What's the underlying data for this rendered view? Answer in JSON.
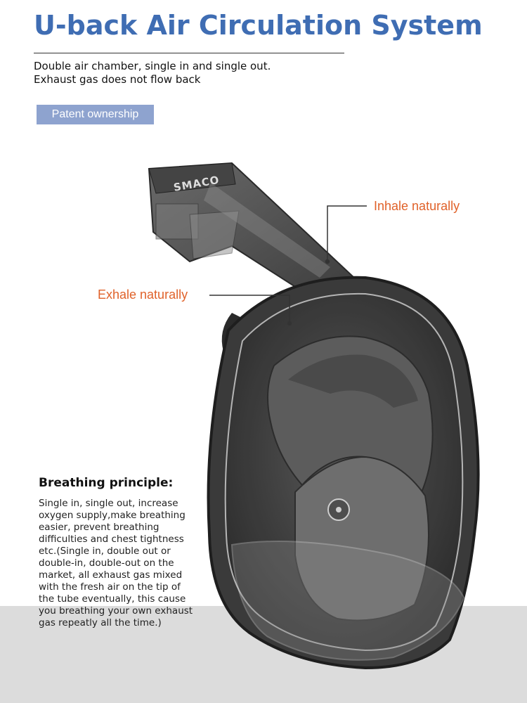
{
  "header": {
    "title": "U-back Air Circulation System",
    "subtitle_lines": [
      "Double air chamber, single in and single out.",
      "Exhaust gas does not flow back"
    ],
    "badge": "Patent ownership"
  },
  "product": {
    "brand_logo": "SMACO",
    "callouts": {
      "inhale": "Inhale naturally",
      "exhale": "Exhale naturally"
    }
  },
  "principle": {
    "heading": "Breathing principle:",
    "lines": [
      "Single in, single out, increase",
      "oxygen supply,make breathing",
      "easier, prevent breathing",
      "difficulties and chest tightness",
      "etc.(Single in, double out or",
      "double-in, double-out on the",
      "market, all exhaust gas mixed",
      "with the fresh air on the tip of",
      "the tube eventually, this cause",
      "you breathing your own exhaust",
      "gas repeatly all the time.)"
    ]
  },
  "colors": {
    "title": "#3f6db3",
    "badge_bg": "#8ea3cf",
    "callout": "#e0622a",
    "bottom_band": "#dcdcdc"
  }
}
